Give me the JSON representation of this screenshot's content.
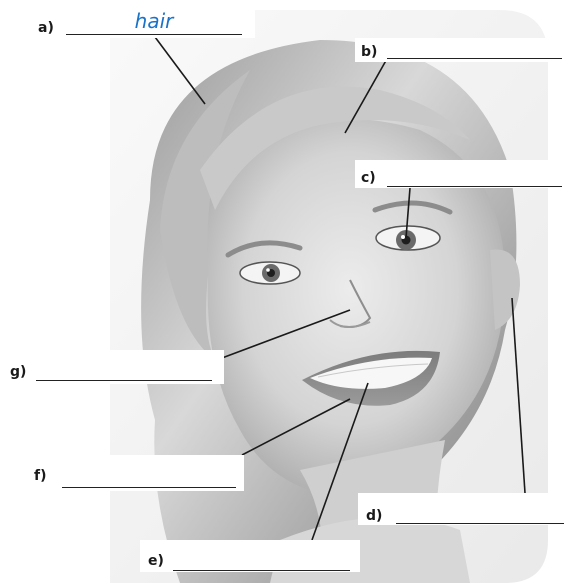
{
  "labels": [
    {
      "id": "a",
      "letter": "a)",
      "answer": "hair"
    },
    {
      "id": "b",
      "letter": "b)",
      "answer": ""
    },
    {
      "id": "c",
      "letter": "c)",
      "answer": ""
    },
    {
      "id": "d",
      "letter": "d)",
      "answer": ""
    },
    {
      "id": "e",
      "letter": "e)",
      "answer": ""
    },
    {
      "id": "f",
      "letter": "f)",
      "answer": ""
    },
    {
      "id": "g",
      "letter": "g)",
      "answer": ""
    }
  ],
  "colors": {
    "answer_text": "#1a73c8",
    "line": "#222222",
    "background": "#ffffff"
  },
  "image": "smiling-blonde-woman-face"
}
